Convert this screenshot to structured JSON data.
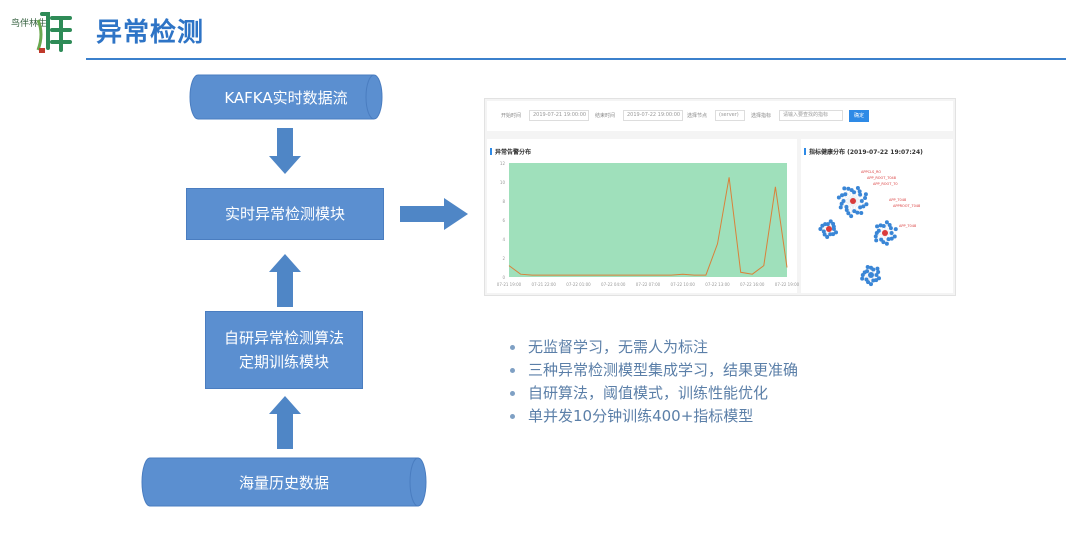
{
  "header": {
    "logo_text": "鸟伴林生",
    "title": "异常检测"
  },
  "flow": {
    "kafka": "KAFKA实时数据流",
    "realtime_module": "实时异常检测模块",
    "algo_module_line1": "自研异常检测算法",
    "algo_module_line2": "定期训练模块",
    "history": "海量历史数据"
  },
  "screenshot": {
    "filter": {
      "start_label": "开始时间",
      "start_value": "2019-07-21 19:00:00",
      "end_label": "结束时间",
      "end_value": "2019-07-22 19:00:00",
      "node_label": "选择节点",
      "node_value": "(server)",
      "metric_label": "选择指标",
      "metric_placeholder": "请输入要查找的指标",
      "query_button": "确定"
    },
    "left_panel_title": "异常告警分布",
    "right_panel_title": "指标健康分布 (2019-07-22 19:07:24)",
    "chart_data": {
      "type": "line",
      "title": "异常告警分布",
      "x": [
        "07-21 19:00",
        "07-21 22:00",
        "07-22 01:00",
        "07-22 04:00",
        "07-22 07:00",
        "07-22 10:00",
        "07-22 13:00",
        "07-22 16:00",
        "07-22 19:00"
      ],
      "ylim": [
        0,
        12
      ],
      "yticks": [
        0,
        2,
        4,
        6,
        8,
        10,
        12
      ],
      "series": [
        {
          "values": [
            1.2,
            0.3,
            0.2,
            0.2,
            0.2,
            0.2,
            0.2,
            0.2,
            0.2,
            0.2,
            0.2,
            0.2,
            0.2,
            0.2,
            0.2,
            0.3,
            0.2,
            0.2,
            3.5,
            10.5,
            0.5,
            0.3,
            1.2,
            9.5,
            1.0
          ]
        }
      ],
      "colors": {
        "fill": "#9fe0bb",
        "line": "#d9813a"
      }
    },
    "node_labels": [
      "APPCLS_RO",
      "APP_ROOT_T048",
      "APP_ROOT_T0",
      "APP_T048",
      "APPROOT_T048",
      "APP_T048"
    ]
  },
  "bullets": [
    "无监督学习，无需人为标注",
    "三种异常检测模型集成学习，结果更准确",
    "自研算法，阈值模式，训练性能优化",
    "单并发10分钟训练400+指标模型"
  ],
  "colors": {
    "accent": "#2e74c6",
    "box": "#5b8fd0",
    "arrow": "#4f86c6",
    "bullet_text": "#5b7fa8"
  }
}
